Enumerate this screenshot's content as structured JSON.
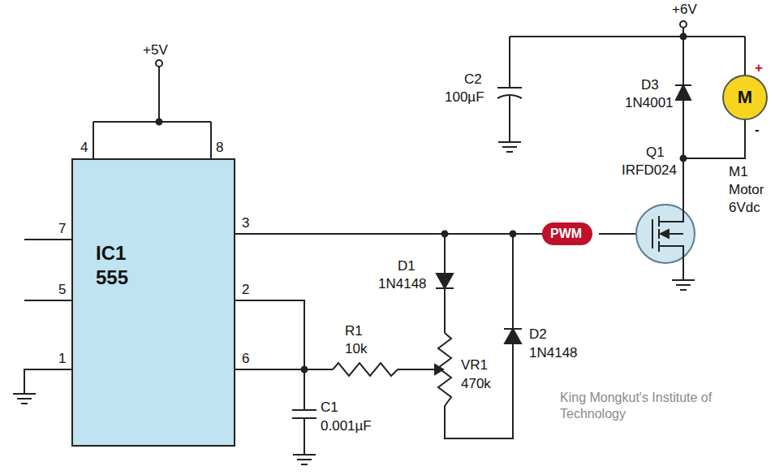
{
  "diagram": {
    "nodes": [
      {
        "text": [
          "IC1 555"
        ]
      },
      {
        "text": [
          "PWM"
        ]
      },
      {
        "text": [
          "M"
        ]
      }
    ],
    "edges": [
      {
        "from": 0,
        "to": 1,
        "arrow": "none"
      }
    ],
    "labels": [
      "+5V",
      "4",
      "8",
      "3",
      "7",
      "5",
      "2",
      "6",
      "1",
      "D1",
      "1N4148",
      "R1",
      "10k",
      "VR1",
      "470k",
      "D2",
      "1N4148",
      "C1",
      "0.001µF",
      "C2",
      "100µF",
      "+6V",
      "D3",
      "1N4001",
      "Q1",
      "IRFD024",
      "M1",
      "Motor",
      "6Vdc",
      "+",
      "-",
      "King Mongkut's Institute of Technology"
    ]
  }
}
